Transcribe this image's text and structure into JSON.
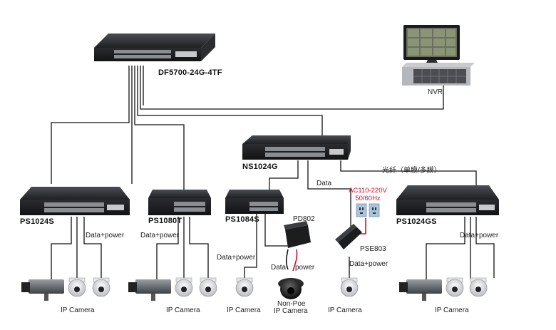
{
  "devices": {
    "core_switch": "DF5700-24G-4TF",
    "nvr": "NVR",
    "mid_switch": "NS1024G",
    "sw1": "PS1024S",
    "sw2": "PS1080T",
    "sw3": "PS1084S",
    "sw4": "PS1024GS",
    "pd": "PD802",
    "pse": "PSE803"
  },
  "labels": {
    "fiber": "光纤（单膜/多膜）",
    "data": "Data",
    "data_power": "Data+power",
    "power": "power",
    "ac_line1": "AC110-220V",
    "ac_line2": "50/60Hz",
    "ip_camera": "IP Camera",
    "non_poe": "Non-Poe"
  },
  "colors": {
    "device_dark": "#1f2124",
    "port_gray": "#8a8d91",
    "cable": "#111111",
    "ac_text": "#c8102e"
  }
}
